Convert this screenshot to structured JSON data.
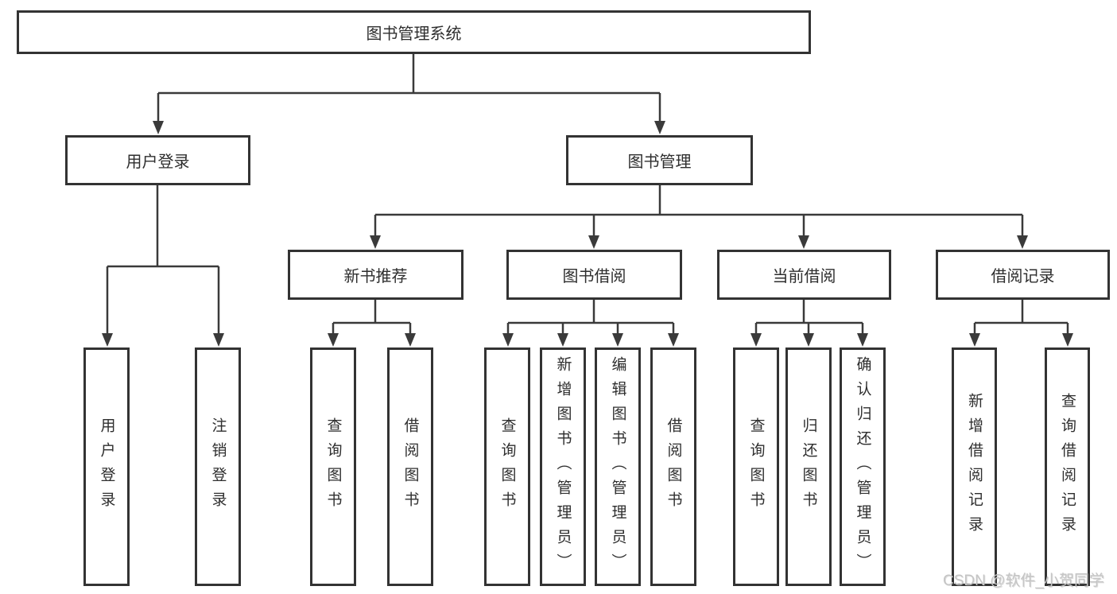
{
  "diagram_title": "图书管理系统",
  "nodes": {
    "root": "图书管理系统",
    "user_login": "用户登录",
    "book_mgmt": "图书管理",
    "new_book_rec": "新书推荐",
    "book_borrow": "图书借阅",
    "current_borrow": "当前借阅",
    "borrow_record": "借阅记录",
    "leaf_user_login": "用户登录",
    "leaf_logout": "注销登录",
    "leaf_query_book_rec": "查询图书",
    "leaf_borrow_book_rec": "借阅图书",
    "leaf_query_book_bor": "查询图书",
    "leaf_add_book": "新增图书（管理员）",
    "leaf_edit_book": "编辑图书（管理员）",
    "leaf_borrow_book_bor": "借阅图书",
    "leaf_query_book_cur": "查询图书",
    "leaf_return_book": "归还图书",
    "leaf_confirm_return": "确认归还（管理员）",
    "leaf_add_record": "新增借阅记录",
    "leaf_query_record": "查询借阅记录"
  },
  "edges": [
    {
      "from": "图书管理系统",
      "to": [
        "用户登录",
        "图书管理"
      ]
    },
    {
      "from": "用户登录",
      "to": [
        "用户登录",
        "注销登录"
      ]
    },
    {
      "from": "图书管理",
      "to": [
        "新书推荐",
        "图书借阅",
        "当前借阅",
        "借阅记录"
      ]
    },
    {
      "from": "新书推荐",
      "to": [
        "查询图书",
        "借阅图书"
      ]
    },
    {
      "from": "图书借阅",
      "to": [
        "查询图书",
        "新增图书（管理员）",
        "编辑图书（管理员）",
        "借阅图书"
      ]
    },
    {
      "from": "当前借阅",
      "to": [
        "查询图书",
        "归还图书",
        "确认归还（管理员）"
      ]
    },
    {
      "from": "借阅记录",
      "to": [
        "新增借阅记录",
        "查询借阅记录"
      ]
    }
  ],
  "watermark": "CSDN @软件_小贺同学",
  "colors": {
    "background": "#ffffff",
    "line": "#3a3a3a",
    "box_border": "#333333",
    "text": "#2e2e2e",
    "watermark": "#c5c5c5"
  }
}
